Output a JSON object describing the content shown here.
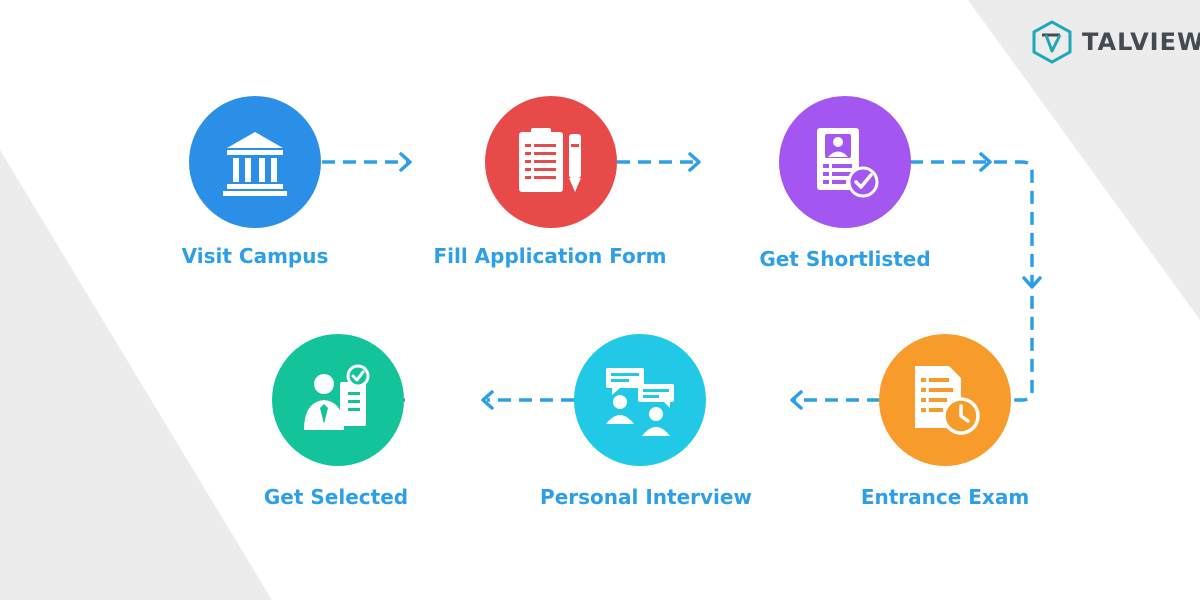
{
  "brand": {
    "name": "TALVIEW",
    "text_color": "#444a52",
    "icon_color": "#1aa9b5"
  },
  "colors": {
    "connector": "#2e9fe6",
    "label": "#2e9fe6",
    "background_light": "#ffffff",
    "background_grey": "#ececec"
  },
  "steps": [
    {
      "label": "Visit Campus",
      "icon": "university-building-icon",
      "color": "#2b8fe8"
    },
    {
      "label": "Fill Application Form",
      "icon": "application-form-icon",
      "color": "#e84a4a"
    },
    {
      "label": "Get Shortlisted",
      "icon": "shortlisted-profile-icon",
      "color": "#a456f0"
    },
    {
      "label": "Entrance Exam",
      "icon": "exam-clock-icon",
      "color": "#f79c2b"
    },
    {
      "label": "Personal Interview",
      "icon": "interview-chat-icon",
      "color": "#22c9e6"
    },
    {
      "label": "Get Selected",
      "icon": "selected-candidate-icon",
      "color": "#13c49a"
    }
  ]
}
